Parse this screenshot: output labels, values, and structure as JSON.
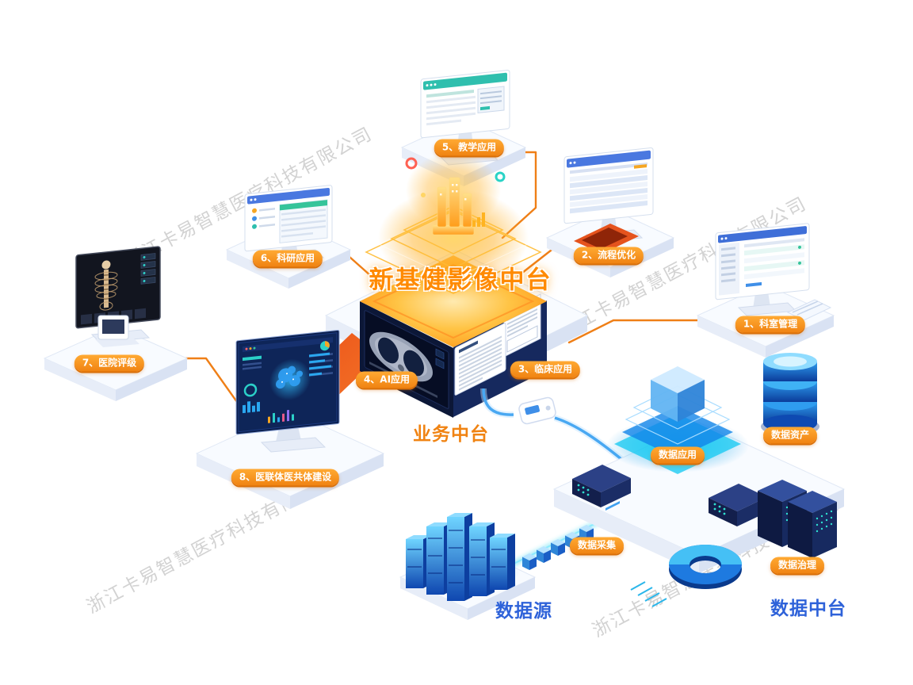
{
  "watermark": {
    "text": "浙江卡易智慧医疗科技有限公司"
  },
  "title": {
    "text": "新基健影像中台"
  },
  "badges": {
    "dept": "1、科室管理",
    "process": "2、流程优化",
    "clinical": "3、临床应用",
    "ai": "4、AI应用",
    "teaching": "5、教学应用",
    "research": "6、科研应用",
    "rating": "7、医院评级",
    "alliance": "8、医联体医共体建设",
    "data_app": "数据应用",
    "data_asset": "数据资产",
    "data_collect": "数据采集",
    "data_gov": "数据治理"
  },
  "labels": {
    "business_platform": "业务中台",
    "data_source": "数据源",
    "data_platform": "数据中台"
  },
  "colors": {
    "badge_orange": "#f08312",
    "line_orange": "#ef7f17",
    "line_blue": "#49a8f2",
    "glow_gold": "#ffb229",
    "glow_teal": "#2fd3f0",
    "label_blue": "#2e62d9"
  }
}
